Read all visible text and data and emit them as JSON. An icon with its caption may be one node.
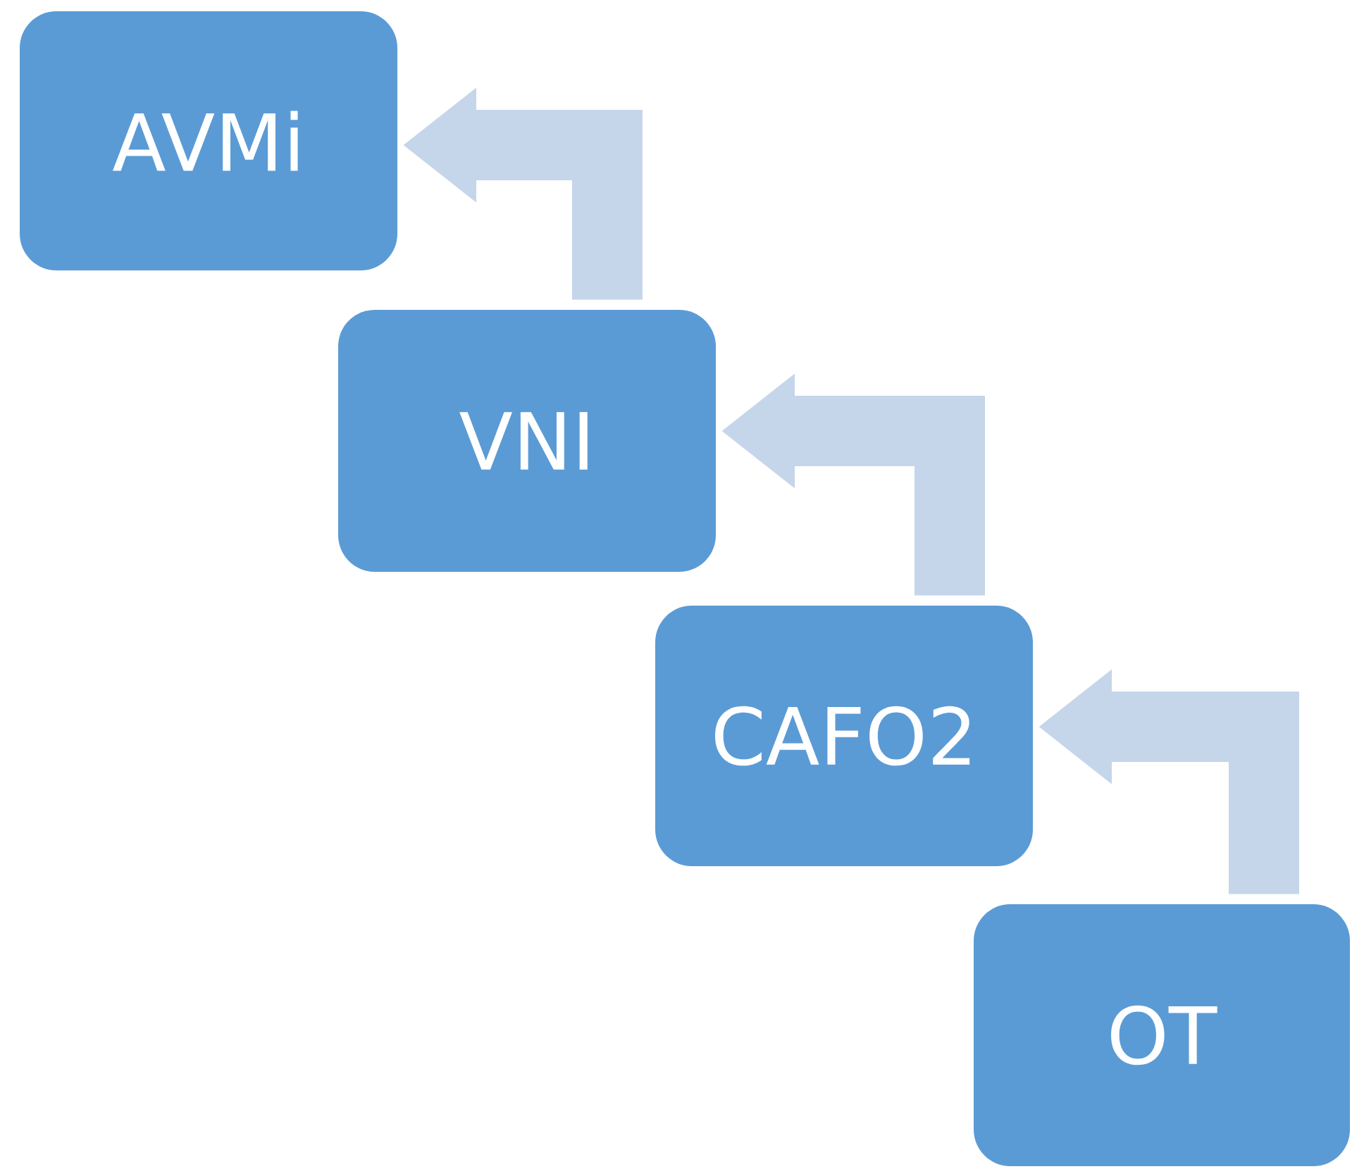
{
  "diagram": {
    "nodes": [
      {
        "text": [
          "AVMi"
        ]
      },
      {
        "text": [
          "VNI"
        ]
      },
      {
        "text": [
          "CAFO2"
        ]
      },
      {
        "text": [
          "OT"
        ]
      }
    ],
    "edges": [
      {
        "from": 3,
        "to": 2,
        "arrow": "to"
      },
      {
        "from": 2,
        "to": 1,
        "arrow": "to"
      },
      {
        "from": 1,
        "to": 0,
        "arrow": "to"
      }
    ]
  }
}
